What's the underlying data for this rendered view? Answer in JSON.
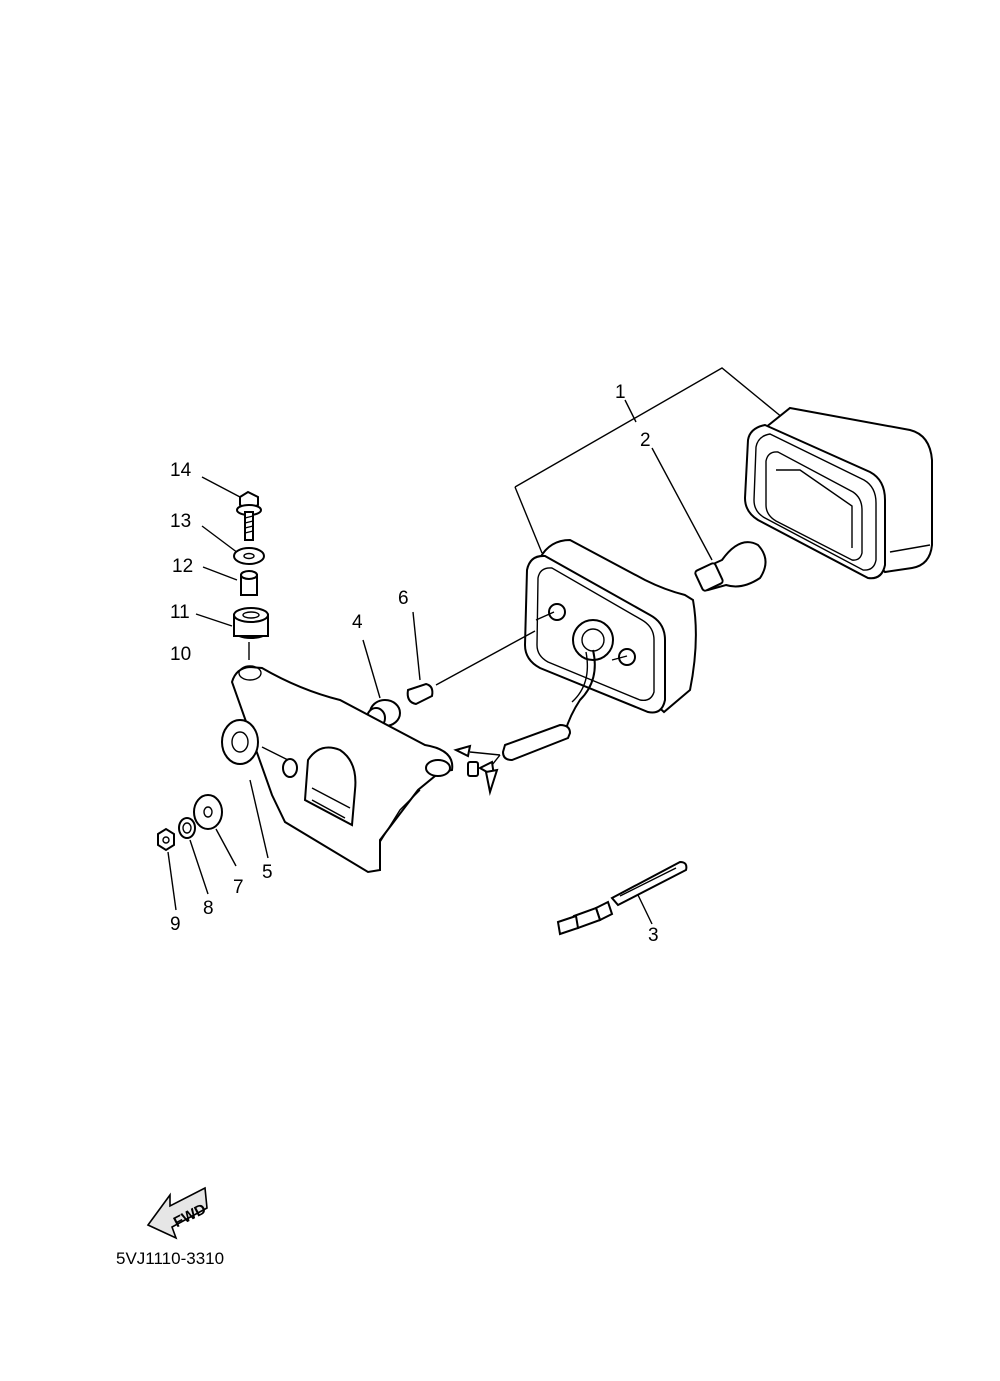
{
  "diagram": {
    "part_number_code": "5VJ1110-3310",
    "fwd_label": "FWD",
    "callouts": [
      {
        "id": "1",
        "text": "1"
      },
      {
        "id": "2",
        "text": "2"
      },
      {
        "id": "3",
        "text": "3"
      },
      {
        "id": "4",
        "text": "4"
      },
      {
        "id": "5",
        "text": "5"
      },
      {
        "id": "6",
        "text": "6"
      },
      {
        "id": "7",
        "text": "7"
      },
      {
        "id": "8",
        "text": "8"
      },
      {
        "id": "9",
        "text": "9"
      },
      {
        "id": "10",
        "text": "10"
      },
      {
        "id": "11",
        "text": "11"
      },
      {
        "id": "12",
        "text": "12"
      },
      {
        "id": "13",
        "text": "13"
      },
      {
        "id": "14",
        "text": "14"
      }
    ]
  }
}
